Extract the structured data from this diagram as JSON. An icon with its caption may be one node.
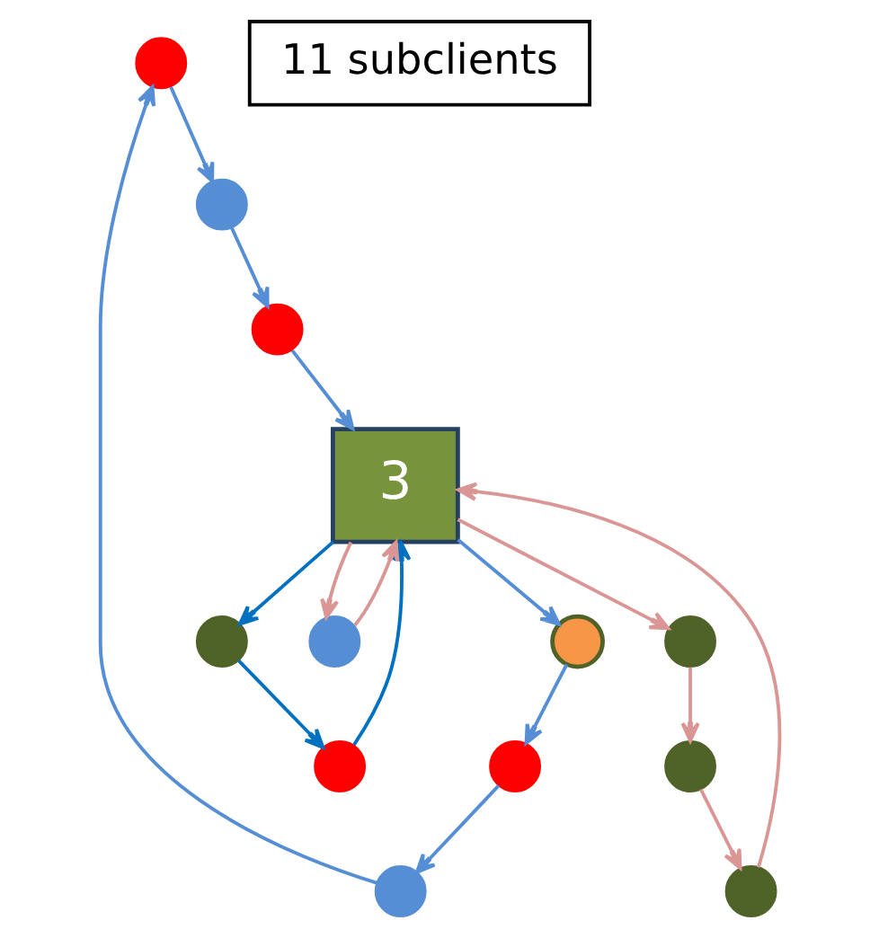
{
  "diagram": {
    "nodes": [
      {
        "text": [],
        "shape": "circle"
      },
      {
        "text": [],
        "shape": "circle"
      },
      {
        "text": [],
        "shape": "circle"
      },
      {
        "text": [],
        "shape": "circle"
      },
      {
        "text": [],
        "shape": "circle"
      },
      {
        "text": [],
        "shape": "circle"
      },
      {
        "text": [
          "3"
        ]
      },
      {
        "text": [],
        "shape": "circle"
      },
      {
        "text": [],
        "shape": "circle"
      },
      {
        "text": [],
        "shape": "circle"
      },
      {
        "text": [],
        "shape": "circle"
      },
      {
        "text": [],
        "shape": "circle"
      },
      {
        "text": [],
        "shape": "circle"
      },
      {
        "text": [
          "11 subclients"
        ]
      }
    ],
    "edges": [
      {
        "from": 0,
        "to": 12,
        "arrow": "to"
      },
      {
        "from": 3,
        "to": 1,
        "arrow": "to"
      },
      {
        "from": 1,
        "to": 0,
        "arrow": "to"
      },
      {
        "from": 2,
        "to": 4,
        "arrow": "to",
        "color": "#d99694"
      },
      {
        "from": 5,
        "to": 3,
        "arrow": "to"
      },
      {
        "from": 6,
        "to": 2,
        "arrow": "to",
        "color": "#d99694"
      },
      {
        "from": 4,
        "to": 7,
        "arrow": "to",
        "color": "#d99694"
      },
      {
        "from": 6,
        "to": 5,
        "arrow": "to"
      },
      {
        "from": 7,
        "to": 6,
        "arrow": "to",
        "color": "#d99694"
      },
      {
        "from": 8,
        "to": 6,
        "arrow": "to",
        "color": "#0070c0"
      },
      {
        "from": 6,
        "to": 9,
        "arrow": "to",
        "color": "#0070c0"
      },
      {
        "from": 9,
        "to": 8,
        "arrow": "to",
        "color": "#0070c0"
      },
      {
        "from": 10,
        "to": 6,
        "arrow": "to",
        "color": "#d99694"
      },
      {
        "from": 6,
        "to": 10,
        "arrow": "to",
        "color": "#d99694"
      },
      {
        "from": 11,
        "to": 6,
        "arrow": "to"
      },
      {
        "from": 12,
        "to": 11,
        "arrow": "to"
      }
    ]
  }
}
